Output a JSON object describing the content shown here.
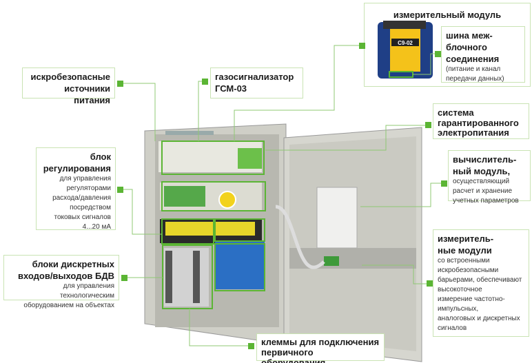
{
  "labels": {
    "measuring_module": {
      "title": "измерительный модуль",
      "device_label": "C9-02"
    },
    "bus": {
      "title_lines": [
        "шина меж-",
        "блочного",
        "соединения"
      ],
      "desc_lines": [
        "(питание и канал",
        "передачи данных)"
      ]
    },
    "power_sources": {
      "title_lines": [
        "искробезопасные",
        "источники питания"
      ]
    },
    "gas_detector": {
      "title_lines": [
        "газосигнализатор",
        "ГСМ-03"
      ]
    },
    "ups": {
      "title_lines": [
        "система",
        "гарантированного",
        "электропитания"
      ]
    },
    "computing_module": {
      "title_lines": [
        "вычислитель-",
        "ный модуль,"
      ],
      "desc_lines": [
        "осуществляющий",
        "расчет и хранение",
        "учетных параметров"
      ]
    },
    "regulation_block": {
      "title_lines": [
        "блок",
        "регулирования"
      ],
      "desc_lines": [
        "для управления",
        "регуляторами",
        "расхода/давления",
        "посредством",
        "токовых сигналов",
        "4...20 мА"
      ]
    },
    "discrete_io": {
      "title_lines": [
        "блоки дискретных",
        "входов/выходов БДВ"
      ],
      "desc_lines": [
        "для управления технологическим",
        "оборудованием на объектах"
      ]
    },
    "measuring_modules": {
      "title_lines": [
        "измеритель-",
        "ные модули"
      ],
      "desc_lines": [
        "со встроенными",
        "искробезопасными",
        "барьерами, обеспечивают",
        "высокоточное",
        "измерение частотно-",
        "импульсных,",
        "аналоговых и дискретных",
        "сигналов"
      ]
    },
    "terminals": {
      "title_lines": [
        "клеммы для подключения",
        "первичного оборудования"
      ]
    }
  },
  "colors": {
    "accent": "#5bb534",
    "box_border": "#c9e3b3",
    "cabinet": "#d6d6cf"
  }
}
